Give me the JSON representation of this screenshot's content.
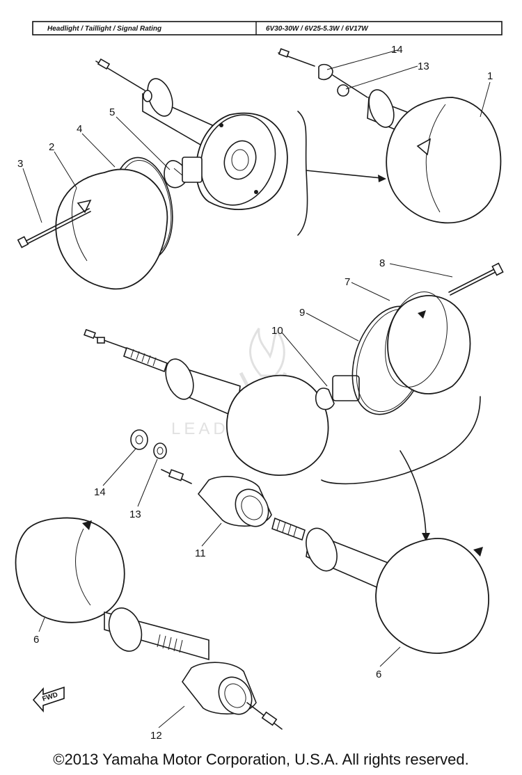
{
  "spec_table": {
    "label": "Headlight / Taillight / Signal Rating",
    "value": "6V30-30W / 6V25-5.3W / 6V17W"
  },
  "callouts": {
    "c1": "1",
    "c2": "2",
    "c3": "3",
    "c4": "4",
    "c5": "5",
    "c6a": "6",
    "c6b": "6",
    "c7": "7",
    "c8": "8",
    "c9": "9",
    "c10": "10",
    "c11": "11",
    "c12": "12",
    "c13a": "13",
    "c13b": "13",
    "c14a": "14",
    "c14b": "14"
  },
  "direction_label": "FWD",
  "watermark": "LEADVENTURE",
  "copyright": "©2013 Yamaha Motor Corporation, U.S.A. All rights reserved."
}
